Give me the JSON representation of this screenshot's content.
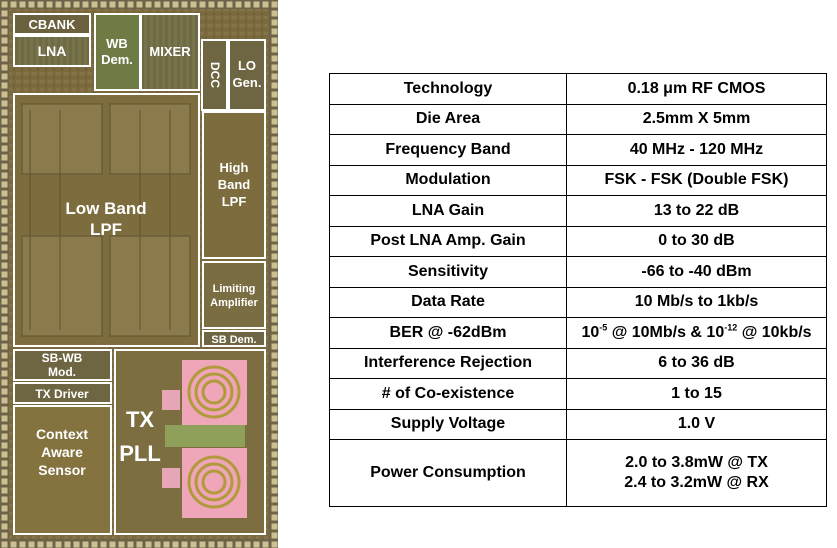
{
  "die_photo": {
    "blocks": {
      "cbank": "CBANK",
      "lna": "LNA",
      "wb_dem": [
        "WB",
        "Dem."
      ],
      "mixer": "MIXER",
      "dcc": "DCC",
      "lo_gen": [
        "LO",
        "Gen."
      ],
      "low_band_lpf": [
        "Low Band",
        "LPF"
      ],
      "high_band_lpf": [
        "High",
        "Band",
        "LPF"
      ],
      "limiting_amp": [
        "Limiting",
        "Amplifier"
      ],
      "sb_dem": "SB Dem.",
      "sb_wb_mod": [
        "SB-WB",
        "Mod."
      ],
      "tx_driver": "TX Driver",
      "context_sensor": [
        "Context",
        "Aware",
        "Sensor"
      ],
      "tx_pll": [
        "TX",
        "PLL"
      ]
    }
  },
  "spec_table": {
    "rows": [
      {
        "param": "Technology",
        "value": "0.18 μm RF CMOS"
      },
      {
        "param": "Die Area",
        "value": "2.5mm X 5mm"
      },
      {
        "param": "Frequency Band",
        "value": "40 MHz - 120 MHz"
      },
      {
        "param": "Modulation",
        "value": "FSK - FSK (Double FSK)"
      },
      {
        "param": "LNA Gain",
        "value": "13 to 22 dB"
      },
      {
        "param": "Post LNA Amp. Gain",
        "value": "0 to 30 dB"
      },
      {
        "param": "Sensitivity",
        "value": "-66 to -40 dBm"
      },
      {
        "param": "Data Rate",
        "value": "10 Mb/s to 1kb/s"
      },
      {
        "param": "BER @ -62dBm",
        "value_parts": [
          "10",
          "-5",
          " @ 10Mb/s & 10",
          "-12",
          " @ 10kb/s"
        ]
      },
      {
        "param": "Interference Rejection",
        "value": "6 to 36 dB"
      },
      {
        "param": "# of Co-existence",
        "value": "1 to 15"
      },
      {
        "param": "Supply Voltage",
        "value": "1.0 V"
      },
      {
        "param": "Power Consumption",
        "value_lines": [
          "2.0 to 3.8mW @ TX",
          "2.4 to 3.2mW @ RX"
        ]
      }
    ]
  }
}
